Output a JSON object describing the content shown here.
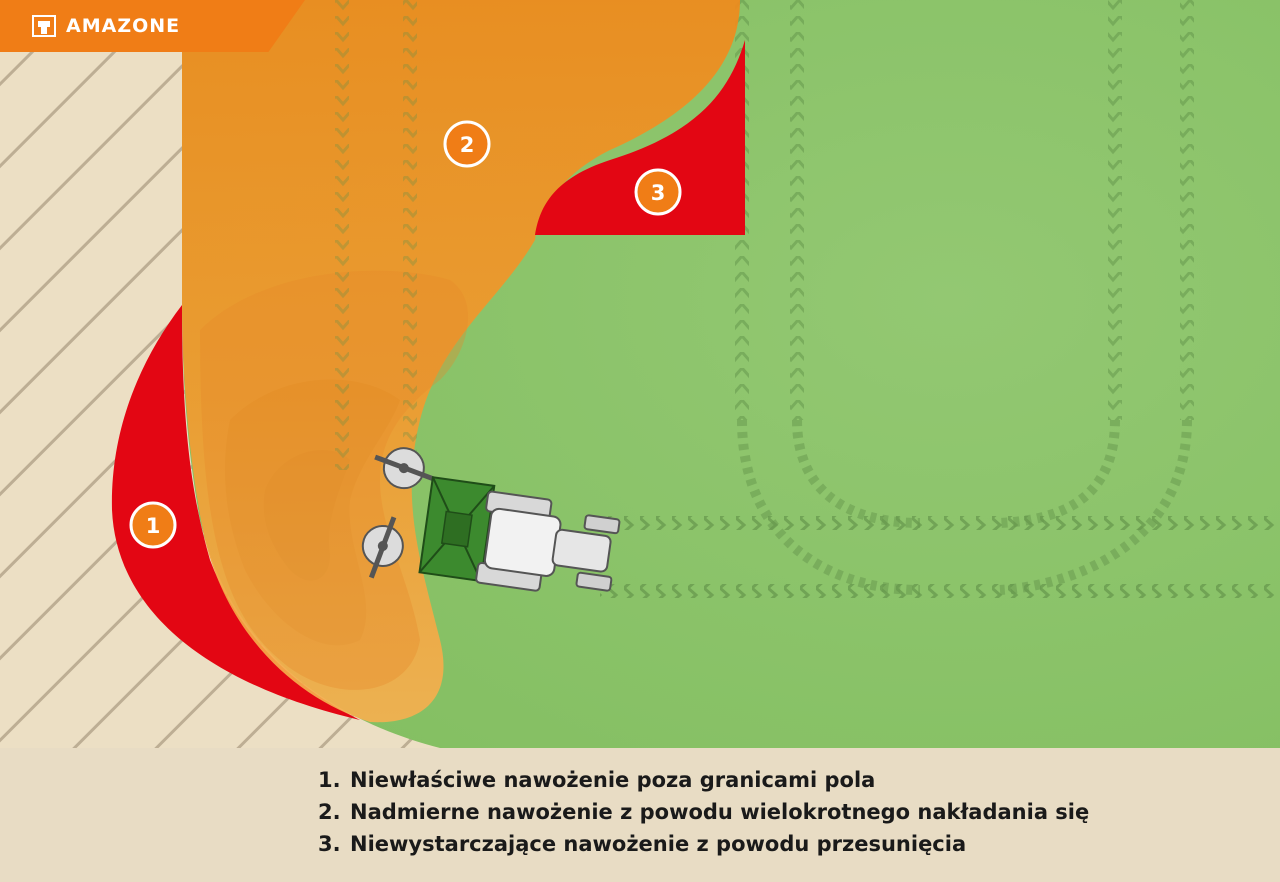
{
  "brand": {
    "name": "AMAZONE",
    "logo_icon": "amazone-logo-icon",
    "color": "#f07d16"
  },
  "colors": {
    "field_green": "#8cc56a",
    "outside_beige": "#ecdfc4",
    "overdose_orange": "#f08a1c",
    "error_red": "#e30613"
  },
  "diagram": {
    "markers": [
      "1",
      "2",
      "3"
    ]
  },
  "legend": [
    {
      "number": "1.",
      "text": "Niewłaściwe nawożenie poza granicami pola"
    },
    {
      "number": "2.",
      "text": "Nadmierne nawożenie z powodu wielokrotnego nakładania się"
    },
    {
      "number": "3.",
      "text": "Niewystarczające nawożenie z powodu przesunięcia"
    }
  ]
}
